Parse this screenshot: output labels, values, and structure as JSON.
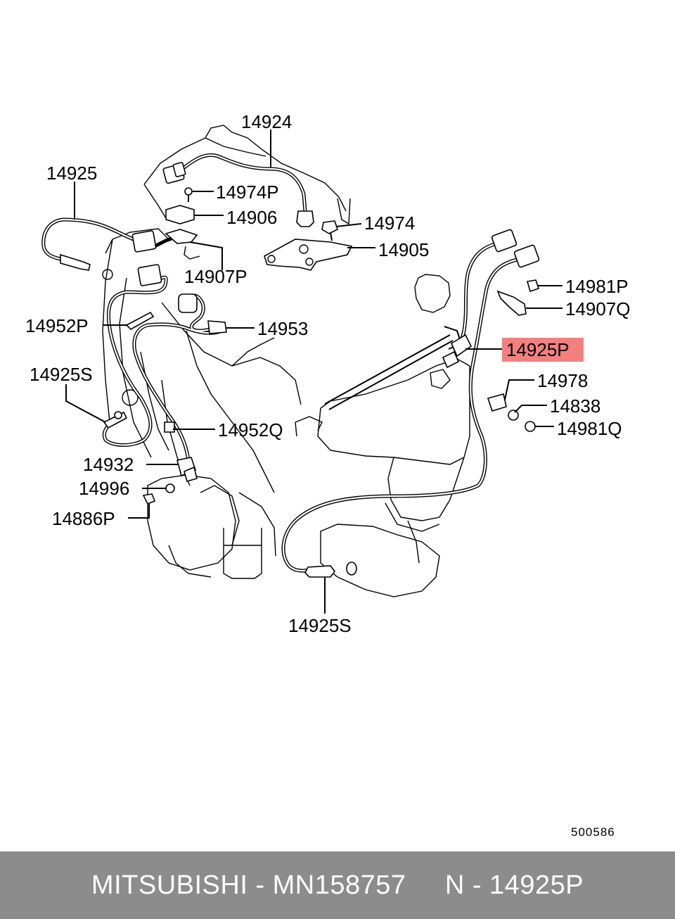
{
  "diagram": {
    "labels": {
      "p14924": "14924",
      "p14925": "14925",
      "p14974P": "14974P",
      "p14906": "14906",
      "p14974": "14974",
      "p14905": "14905",
      "p14907P": "14907P",
      "p14981P": "14981P",
      "p14907Q": "14907Q",
      "p14952P": "14952P",
      "p14953": "14953",
      "p14925P": "14925P",
      "p14925S_left": "14925S",
      "p14978": "14978",
      "p14838": "14838",
      "p14952Q": "14952Q",
      "p14981Q": "14981Q",
      "p14932": "14932",
      "p14996": "14996",
      "p14886P": "14886P",
      "p14925S_bottom": "14925S"
    },
    "reference_number": "500586",
    "highlight_color": "#f47f7f"
  },
  "footer": {
    "text": "MITSUBISHI - MN158757     N - 14925P",
    "background": "#8c8c8c"
  }
}
